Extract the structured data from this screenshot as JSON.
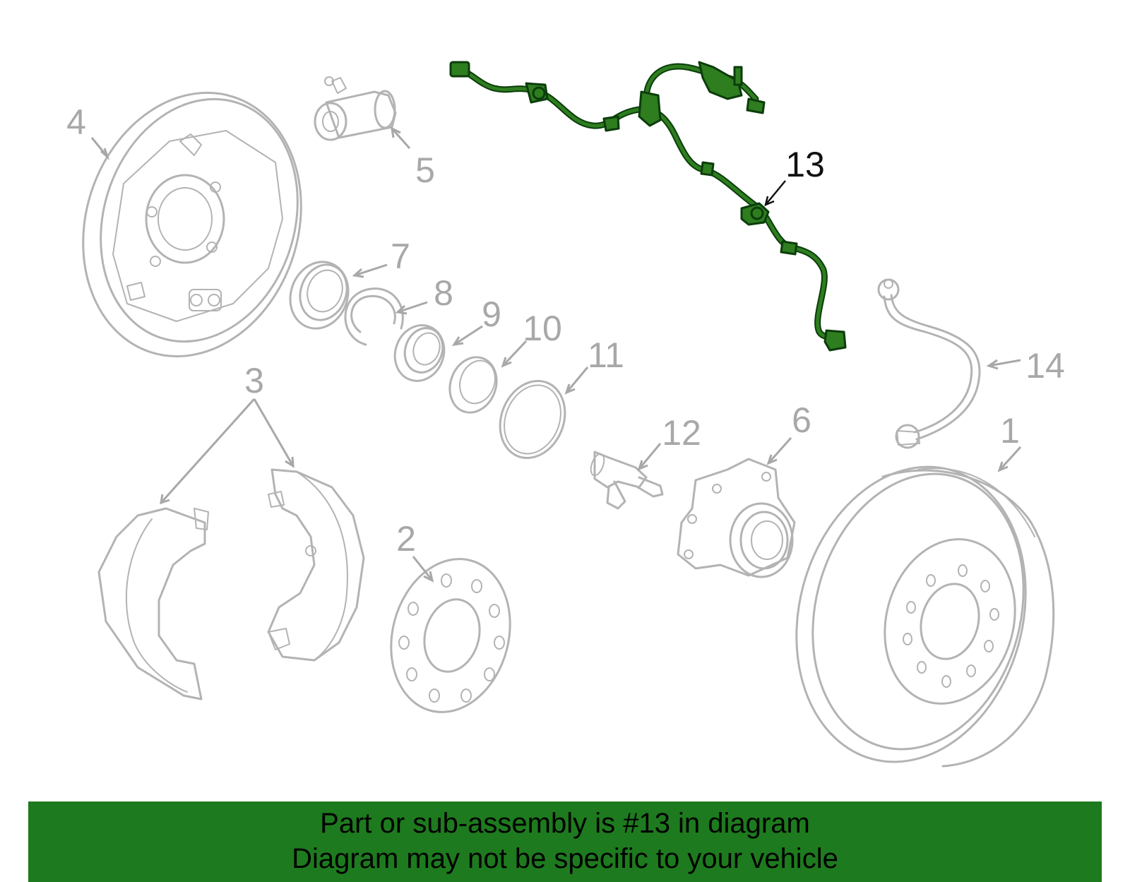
{
  "callouts": {
    "c1": "1",
    "c2": "2",
    "c3": "3",
    "c4": "4",
    "c5": "5",
    "c6": "6",
    "c7": "7",
    "c8": "8",
    "c9": "9",
    "c10": "10",
    "c11": "11",
    "c12": "12",
    "c13": "13",
    "c14": "14"
  },
  "highlighted_part": "13",
  "colors": {
    "highlight": "#2e7d1f",
    "banner": "#1e7a1e",
    "parts": "#b3b3b3"
  },
  "banner": {
    "line1": "Part or sub-assembly is #13 in diagram",
    "line2": "Diagram may not be specific to your vehicle"
  }
}
